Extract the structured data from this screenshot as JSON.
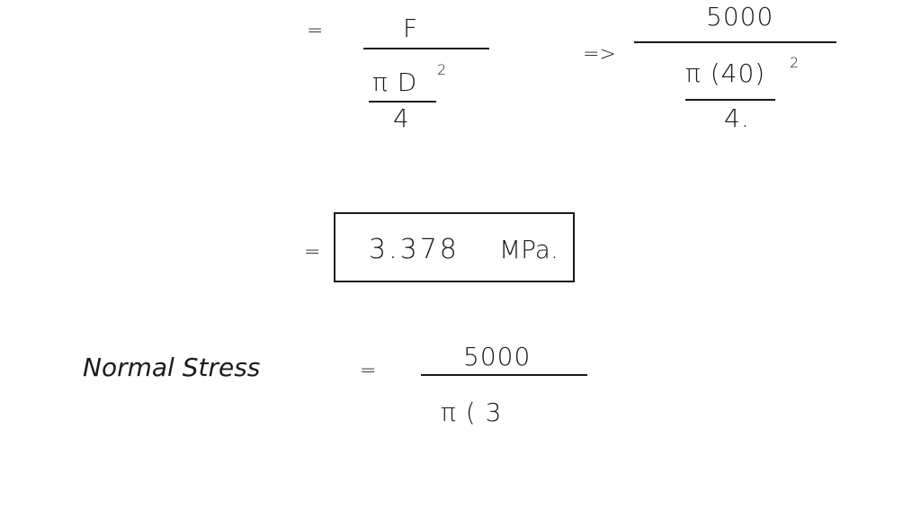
{
  "block1": {
    "equals": "=",
    "numerator": "F",
    "denominator_main": "π D",
    "denominator_exp": "2",
    "denominator_sub": "4"
  },
  "block2": {
    "implies": "=>",
    "numerator": "5000",
    "denominator_main": "π (40)",
    "denominator_exp": "2",
    "denominator_sub": "4."
  },
  "result": {
    "equals": "=",
    "value": "3.378",
    "unit": "MPa."
  },
  "normal_stress": {
    "label": "Normal Stress",
    "equals": "=",
    "numerator": "5000",
    "denominator_partial": "π ( 3"
  }
}
